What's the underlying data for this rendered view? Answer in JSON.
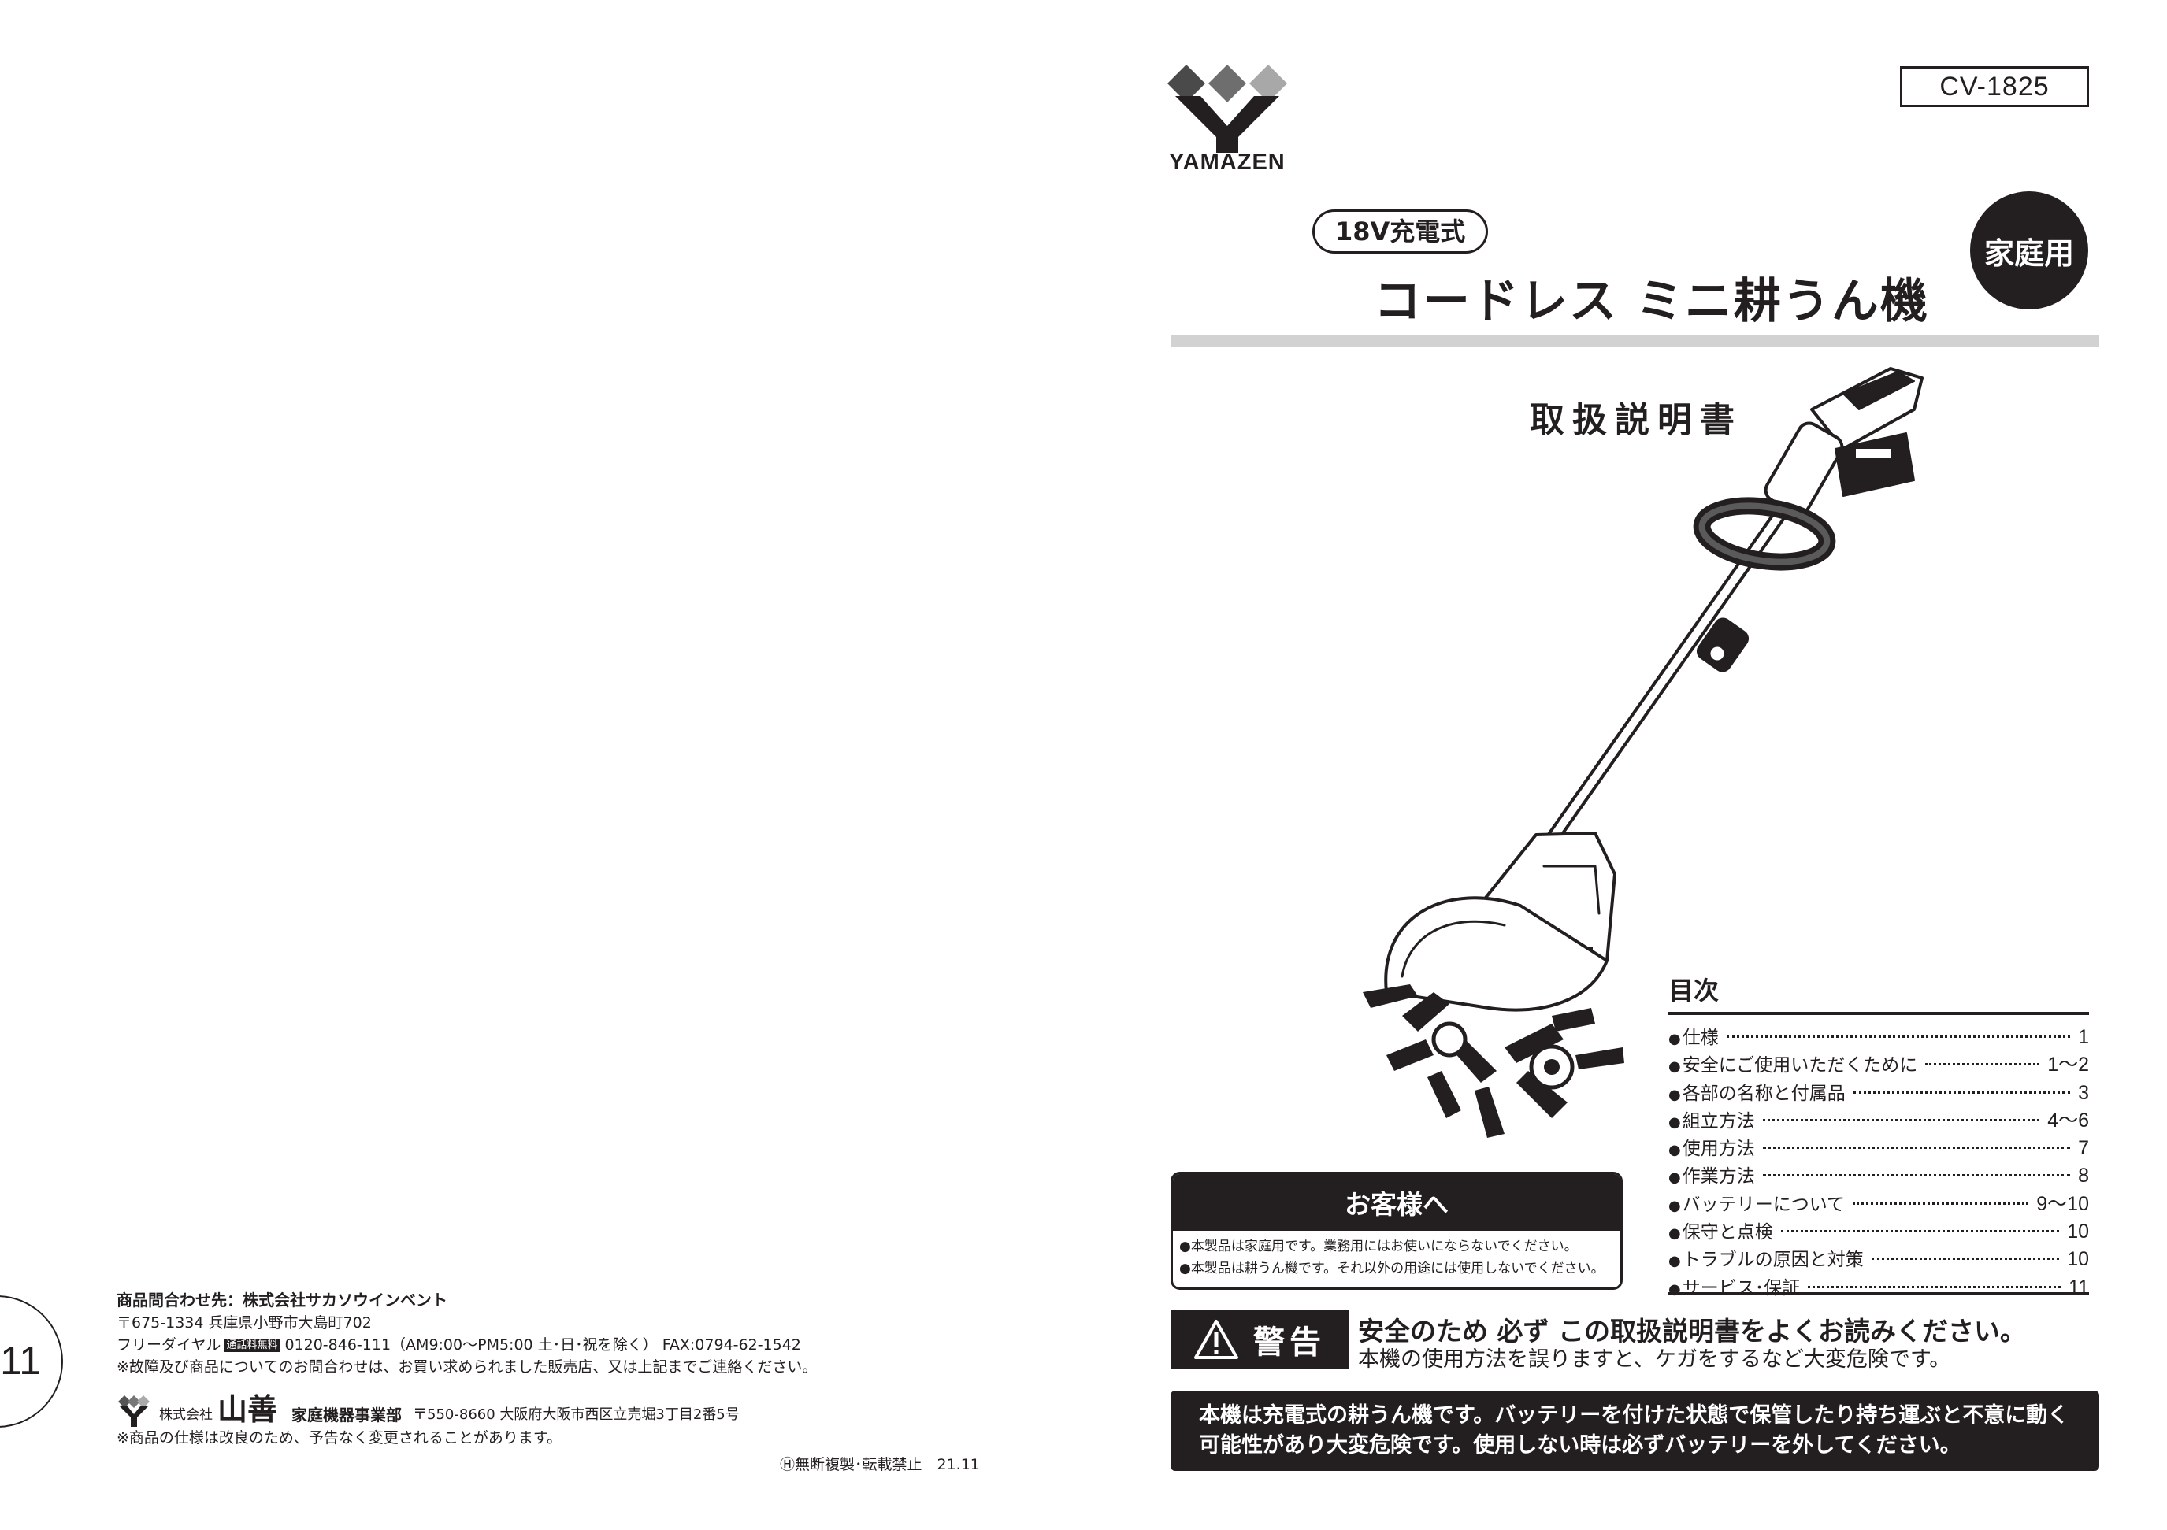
{
  "back_page": {
    "page_number": "11",
    "contact": {
      "heading": "商品問合わせ先：株式会社サカソウインベント",
      "address": "〒675-1334 兵庫県小野市大島町702",
      "free_dial_label": "フリーダイヤル",
      "free_dial_badge": "通話料無料",
      "phone": "0120-846-111（AM9:00～PM5:00 土･日･祝を除く） FAX:0794-62-1542",
      "note": "※故障及び商品についてのお問合わせは、お買い求められました販売店、又は上記までご連絡ください。"
    },
    "company": {
      "kabushiki": "株式会社",
      "name": "山善",
      "department": "家庭機器事業部",
      "address": "〒550-8660 大阪府大阪市西区立売堀3丁目2番5号",
      "spec_note": "※商品の仕様は改良のため、予告なく変更されることがあります。"
    },
    "copyright": "Ⓗ無断複製･転載禁止　21.11"
  },
  "cover": {
    "brand": "YAMAZEN",
    "model_number": "CV-1825",
    "home_use_badge": "家庭用",
    "voltage_label": "18V充電式",
    "product_title": "コードレス ミニ耕うん機",
    "manual_title": "取扱説明書",
    "notice": {
      "title": "お客様へ",
      "lines": [
        "●本製品は家庭用です。業務用にはお使いにならないでください。",
        "●本製品は耕うん機です。それ以外の用途には使用しないでください。"
      ]
    },
    "toc": {
      "title": "目次",
      "items": [
        {
          "label": "仕様",
          "page": "1"
        },
        {
          "label": "安全にご使用いただくために",
          "page": "1～2"
        },
        {
          "label": "各部の名称と付属品",
          "page": "3"
        },
        {
          "label": "組立方法",
          "page": "4～6"
        },
        {
          "label": "使用方法",
          "page": "7"
        },
        {
          "label": "作業方法",
          "page": "8"
        },
        {
          "label": "バッテリーについて",
          "page": "9～10"
        },
        {
          "label": "保守と点検",
          "page": "10"
        },
        {
          "label": "トラブルの原因と対策",
          "page": "10"
        },
        {
          "label": "サービス･保証",
          "page": "11"
        }
      ]
    },
    "warning": {
      "label": "警告",
      "icon": "warning-triangle-icon",
      "headline": "安全のため 必ず この取扱説明書をよくお読みください。",
      "subline": "本機の使用方法を誤りますと、ケガをするなど大変危険です。"
    },
    "battery_notice": [
      "本機は充電式の耕うん機です。バッテリーを付けた状態で保管したり持ち運ぶと不意に動く",
      "可能性があり大変危険です。使用しない時は必ずバッテリーを外してください。"
    ]
  }
}
